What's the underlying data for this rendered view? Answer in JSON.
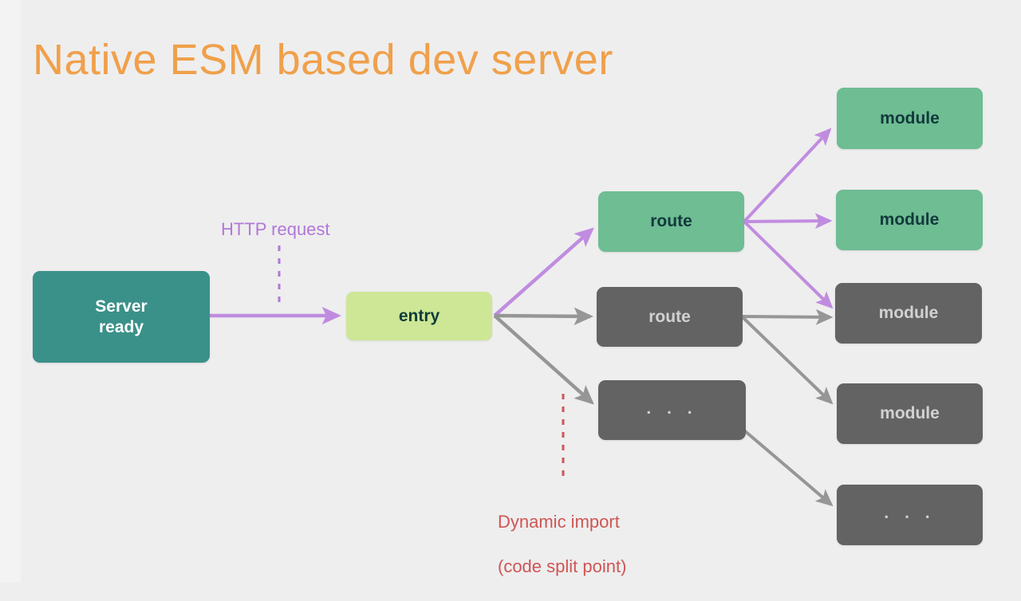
{
  "slide": {
    "title": "Native ESM based dev server",
    "background_color": "#eeeeee",
    "title_color": "#f0a04b"
  },
  "palette": {
    "teal": "#3a9189",
    "lime": "#cde796",
    "green": "#6ebd93",
    "gray": "#636363",
    "purple_arrow": "#c08ce0",
    "gray_arrow": "#969696",
    "red_dashed": "#cf5555",
    "purple_label": "#b277d8"
  },
  "nodes": {
    "server": {
      "label": "Server\nready",
      "line1": "Server",
      "line2": "ready",
      "color": "teal"
    },
    "entry": {
      "label": "entry",
      "color": "lime"
    },
    "route_active": {
      "label": "route",
      "color": "green"
    },
    "route_inactive": {
      "label": "route",
      "color": "gray"
    },
    "route_more": {
      "label": ". . .",
      "color": "gray"
    },
    "module_1": {
      "label": "module",
      "color": "green"
    },
    "module_2": {
      "label": "module",
      "color": "green"
    },
    "module_3": {
      "label": "module",
      "color": "gray"
    },
    "module_4": {
      "label": "module",
      "color": "gray"
    },
    "module_more": {
      "label": ". . .",
      "color": "gray"
    }
  },
  "annotations": {
    "http_request": "HTTP request",
    "dynamic_import_line1": "Dynamic import",
    "dynamic_import_line2": "(code split point)"
  }
}
